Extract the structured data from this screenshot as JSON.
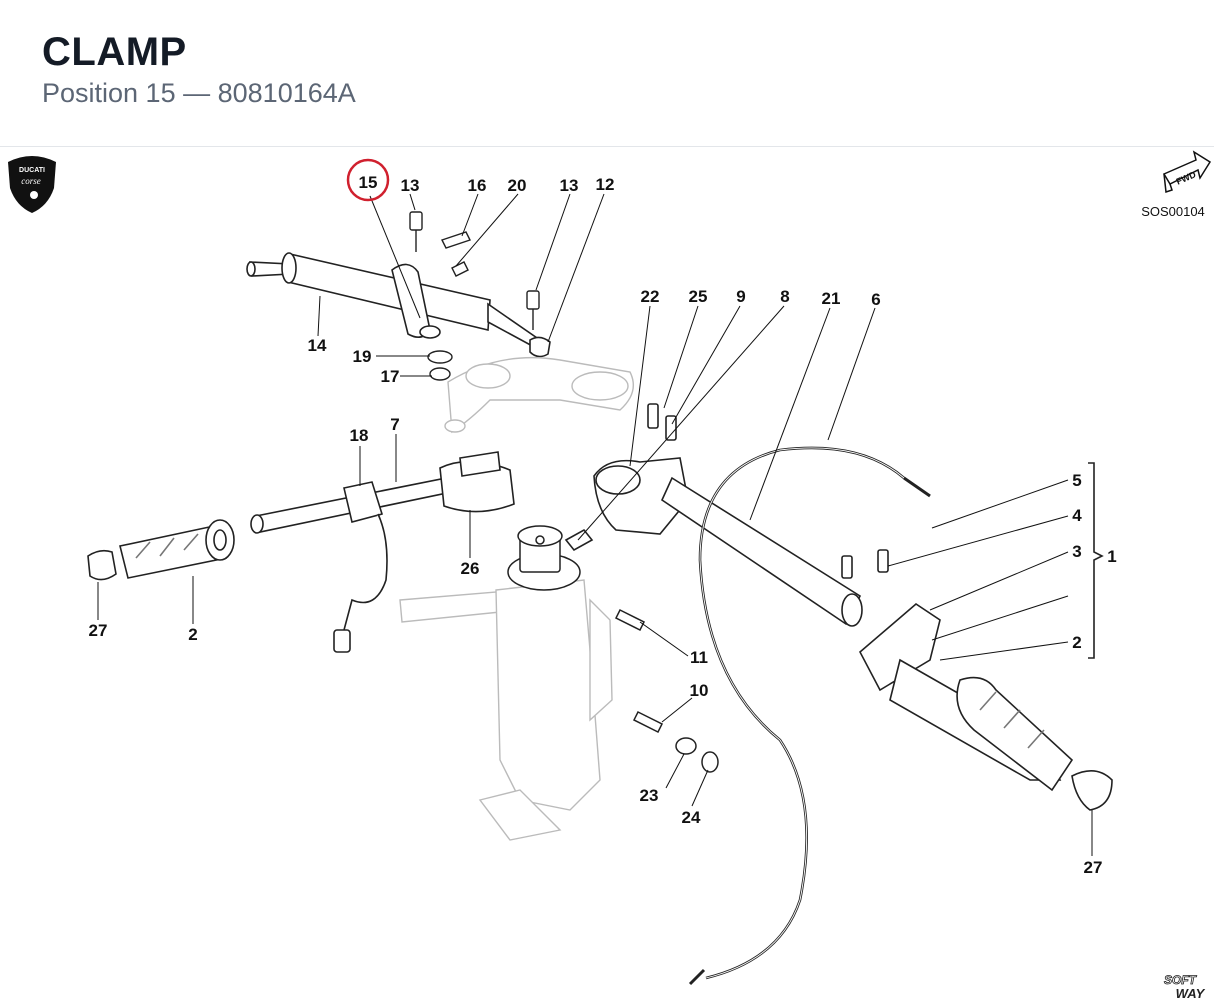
{
  "header": {
    "title": "CLAMP",
    "position_label": "Position 15",
    "separator": "—",
    "part_number": "80810164A"
  },
  "diagram": {
    "drawing_code": "SOS00104",
    "fwd_label": "FWD",
    "logo_top": "DUCATI",
    "logo_bottom": "corse",
    "watermark_top": "SOFT",
    "watermark_bottom": "WAY",
    "highlight_color": "#d0202e",
    "highlighted_position": "15",
    "callouts": [
      "13",
      "16",
      "20",
      "13",
      "12",
      "14",
      "19",
      "17",
      "22",
      "25",
      "9",
      "8",
      "21",
      "6",
      "18",
      "7",
      "26",
      "27",
      "2",
      "11",
      "10",
      "23",
      "24",
      "5",
      "4",
      "3",
      "1",
      "2",
      "27"
    ]
  }
}
